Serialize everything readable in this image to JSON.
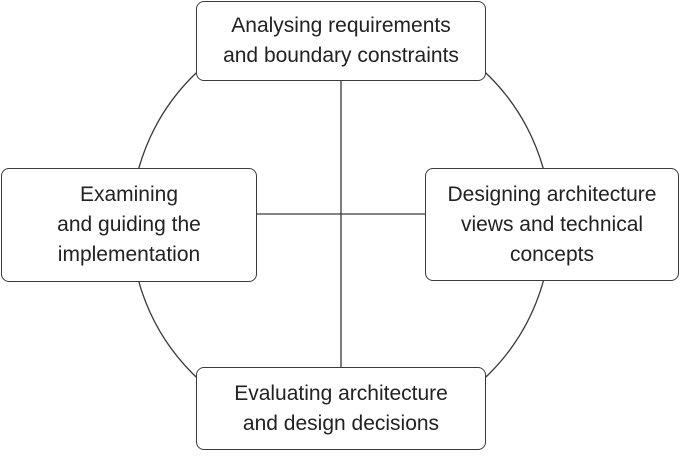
{
  "diagram": {
    "nodes": {
      "top": "Analysing requirements\nand boundary constraints",
      "left": "Examining\nand guiding the\nimplementation",
      "right": "Designing architecture\nviews and technical\nconcepts",
      "bottom": "Evaluating architecture\nand design decisions"
    },
    "colors": {
      "stroke": "#3a3a3a",
      "text": "#222222",
      "background": "#ffffff"
    }
  }
}
